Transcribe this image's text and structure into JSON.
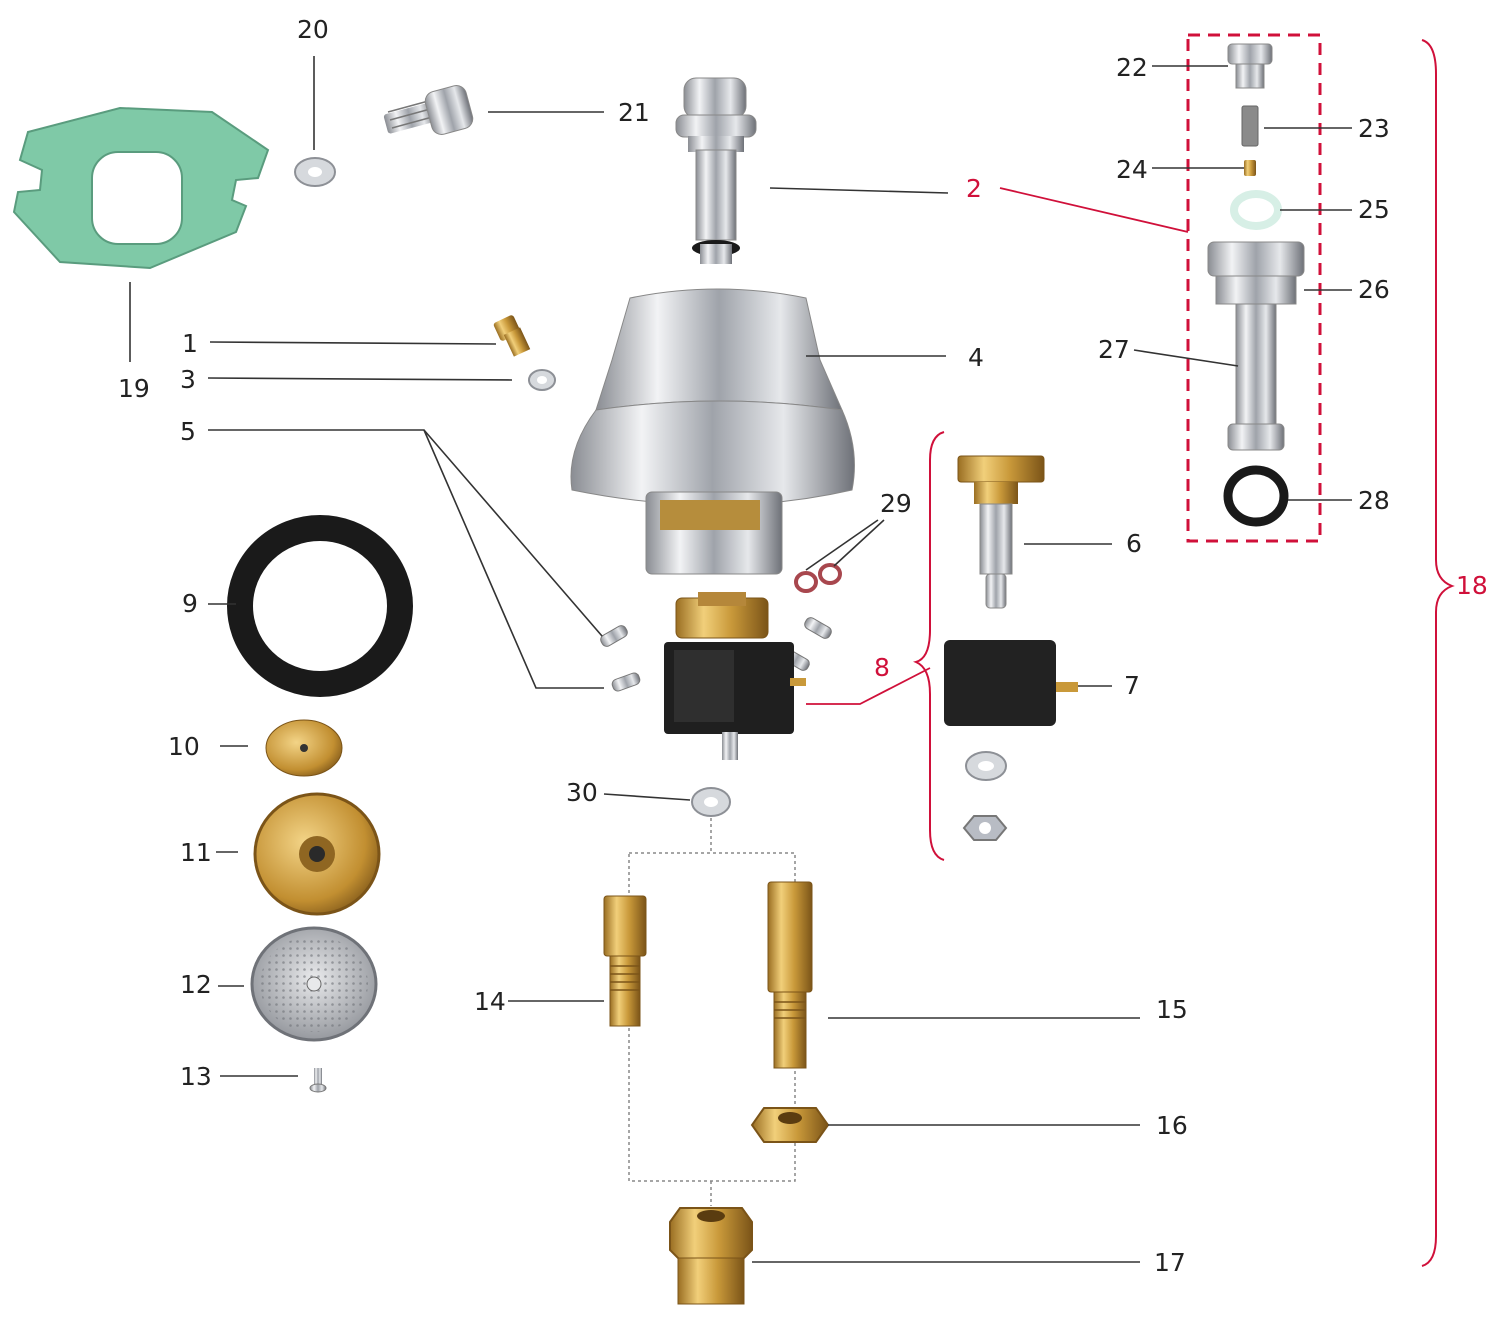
{
  "diagram": {
    "callouts": [
      "1",
      "2",
      "3",
      "4",
      "5",
      "6",
      "7",
      "8",
      "9",
      "10",
      "11",
      "12",
      "13",
      "14",
      "15",
      "16",
      "17",
      "18",
      "19",
      "20",
      "21",
      "22",
      "23",
      "24",
      "25",
      "26",
      "27",
      "28",
      "29",
      "30"
    ],
    "colors": {
      "line": "#333333",
      "accent": "#d0103a",
      "gasket": "#7fc9a7",
      "brass": "#c9993a",
      "chrome": "#b8bcc4",
      "rubber": "#1a1a1a",
      "coil": "#222222"
    },
    "parts": {
      "p19": "gasket",
      "p20": "washer",
      "p21": "screw",
      "p2": "delivery-valve",
      "p1": "fitting",
      "p3": "washer",
      "p4": "group-head",
      "p5": "screws",
      "p9": "gasket-ring",
      "p10": "brass-disc",
      "p11": "diffuser",
      "p12": "shower-screen",
      "p13": "screw",
      "p29": "o-rings",
      "p8": "solenoid-valve",
      "p6": "valve-stem",
      "p7": "coil",
      "p30": "washer",
      "p14": "short-nozzle",
      "p15": "long-nozzle",
      "p16": "hex-nut",
      "p17": "reducer-fitting",
      "p22": "nozzle-tip",
      "p23": "filter",
      "p24": "jet",
      "p25": "seal",
      "p26": "valve-body",
      "p27": "tube",
      "p28": "o-ring"
    }
  }
}
